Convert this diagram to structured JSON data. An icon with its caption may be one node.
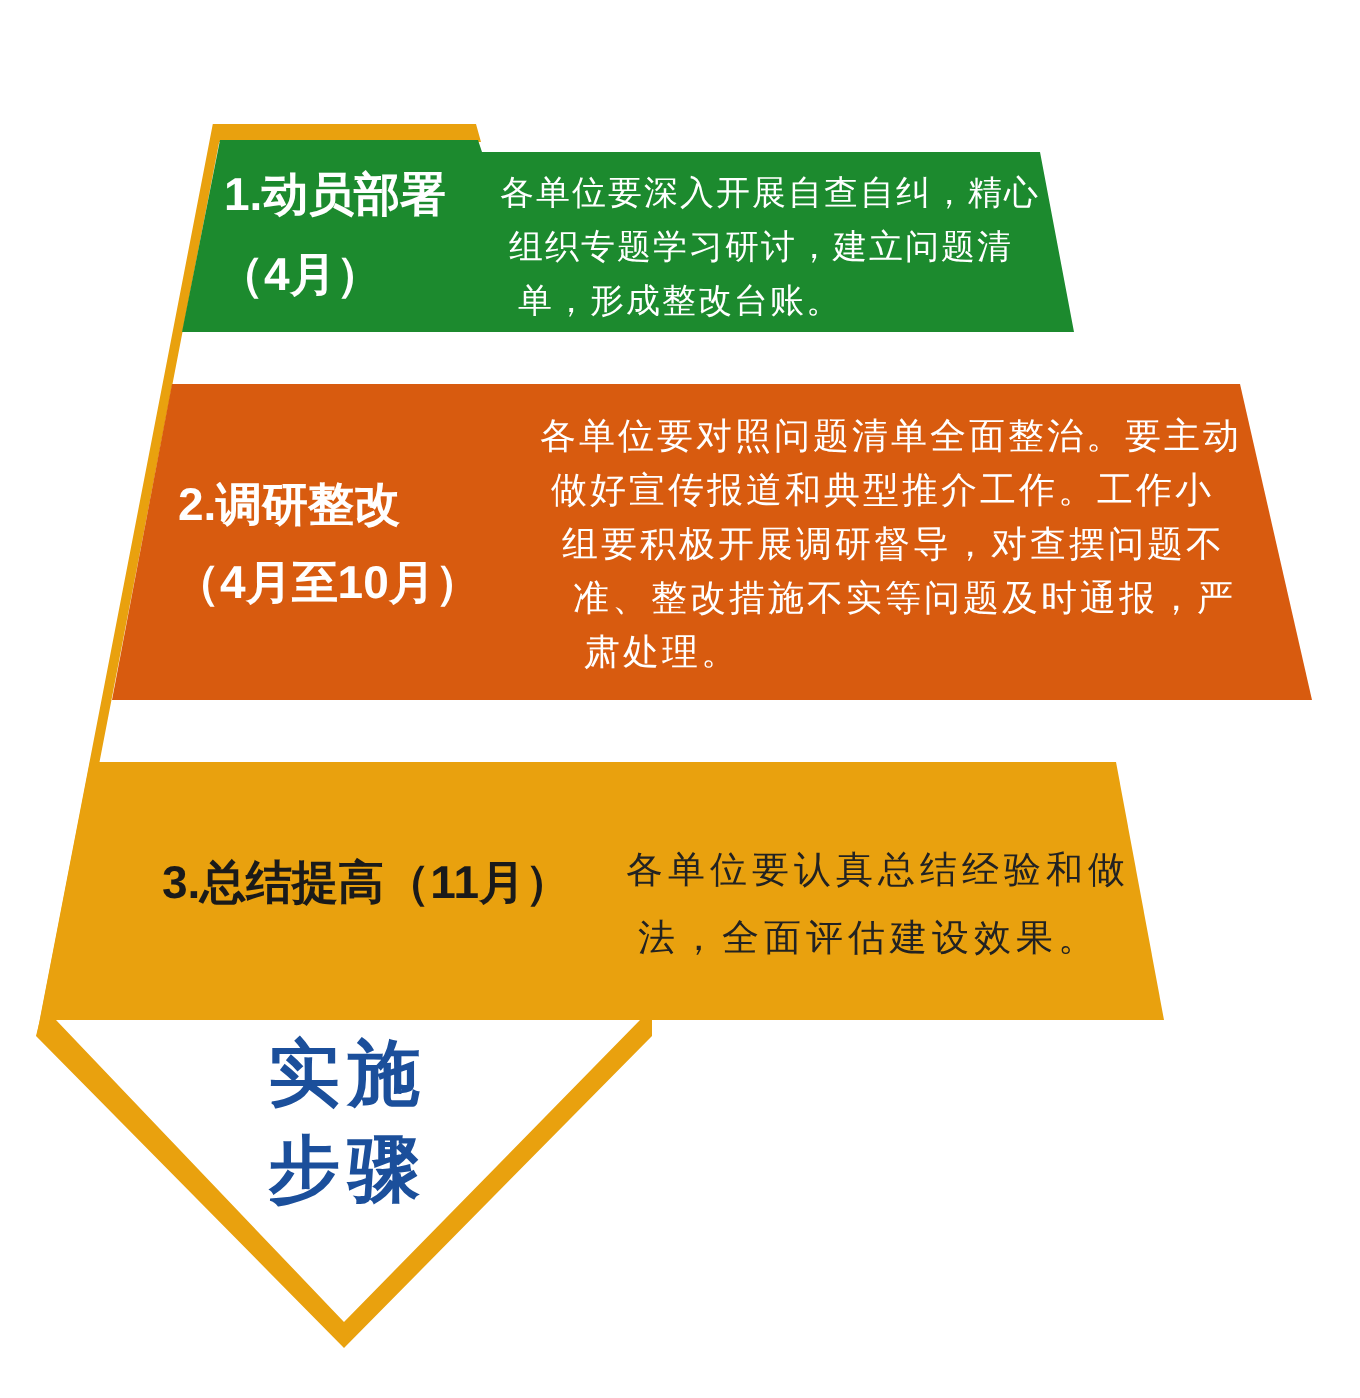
{
  "diagram": {
    "nodes": [
      {
        "text": [
          "1.动员部署",
          "（4月）",
          "各单位要深入开展自查自纠，精心组织专题学习研讨，建立问题清单，形成整改台账。"
        ]
      },
      {
        "text": [
          "2.调研整改",
          "（4月至10月）",
          "各单位要对照问题清单全面整治。要主动做好宣传报道和典型推介工作。工作小组要积极开展调研督导，对查摆问题不准、整改措施不实等问题及时通报，严肃处理。"
        ]
      },
      {
        "text": [
          "3.总结提高（11月）",
          "各单位要认真总结经验和做法，全面评估建设效果。"
        ]
      },
      {
        "text": [
          "实施步骤"
        ]
      }
    ]
  }
}
